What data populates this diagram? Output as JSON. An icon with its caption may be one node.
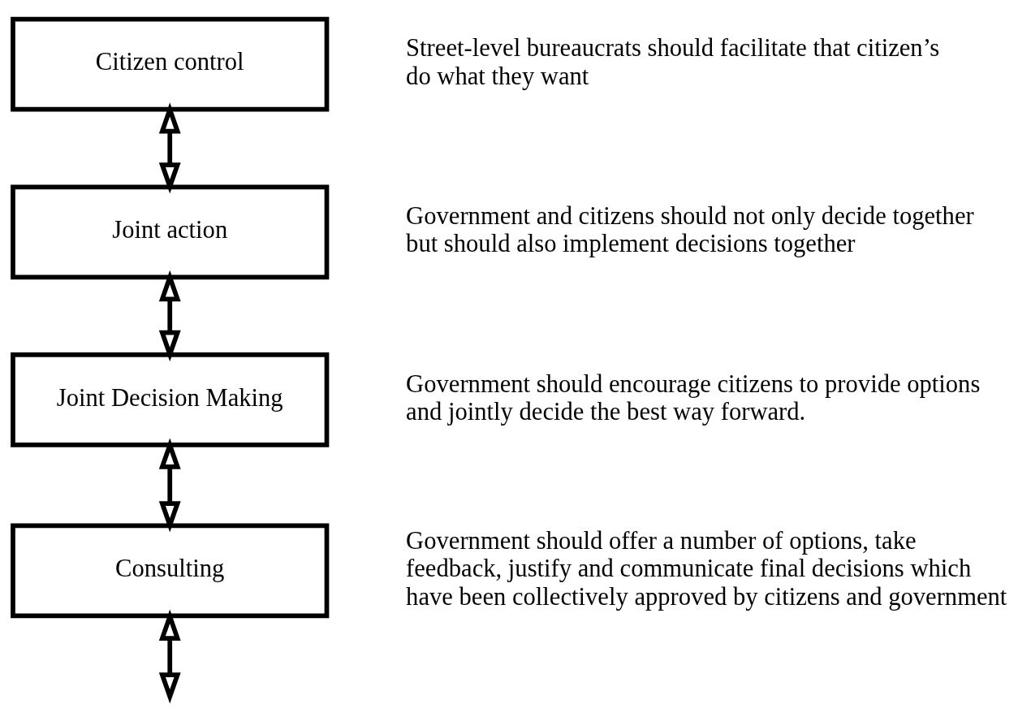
{
  "diagram": {
    "nodes": [
      {
        "text": [
          "Citizen control"
        ],
        "beside": [
          "Street-level bureaucrats should facilitate that citizen’s do what they want"
        ]
      },
      {
        "text": [
          "Joint action"
        ],
        "beside": [
          "Government and citizens should not only decide together but should also implement decisions together"
        ]
      },
      {
        "text": [
          "Joint Decision Making"
        ],
        "beside": [
          "Government should encourage citizens to provide options and jointly decide the best way forward."
        ]
      },
      {
        "text": [
          "Consulting"
        ],
        "beside": [
          "Government should offer a number of options, take feedback, justify and communicate final decisions which have been collectively approved by citizens and government"
        ]
      }
    ],
    "edges": [
      {
        "from": 0,
        "to": 1,
        "arrow": "both"
      },
      {
        "from": 1,
        "to": 2,
        "arrow": "both"
      },
      {
        "from": 2,
        "to": 3,
        "arrow": "both"
      },
      {
        "from": 3,
        "to": null,
        "arrow": "both"
      }
    ]
  }
}
